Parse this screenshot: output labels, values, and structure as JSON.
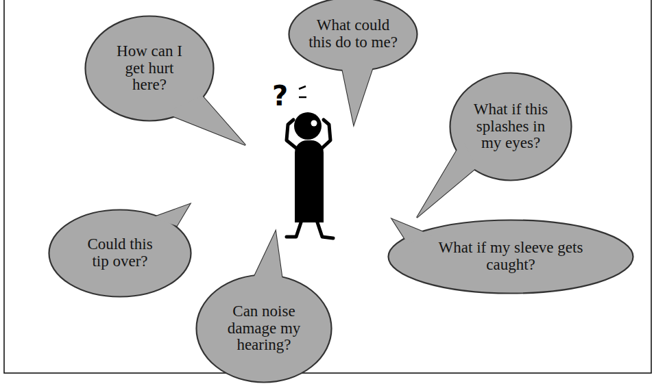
{
  "diagram": {
    "nodes": [
      {
        "text": [
          "How can I get hurt here?"
        ]
      },
      {
        "text": [
          "What could this do to me?"
        ]
      },
      {
        "text": [
          "What if this splashes in my eyes?"
        ]
      },
      {
        "text": [
          "Could this tip over?"
        ]
      },
      {
        "text": [
          "Can noise damage my hearing?"
        ]
      },
      {
        "text": [
          "What if my sleeve gets caught?"
        ]
      }
    ],
    "labels": [
      "?"
    ]
  }
}
